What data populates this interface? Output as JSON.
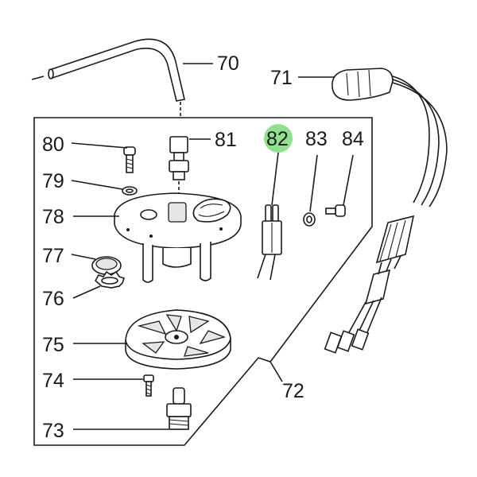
{
  "diagram": {
    "highlight_color": "#90e090",
    "labels": {
      "p70": "70",
      "p71": "71",
      "p72": "72",
      "p73": "73",
      "p74": "74",
      "p75": "75",
      "p76": "76",
      "p77": "77",
      "p78": "78",
      "p79": "79",
      "p80": "80",
      "p81": "81",
      "p82": "82",
      "p83": "83",
      "p84": "84"
    },
    "highlighted_part": "82"
  }
}
